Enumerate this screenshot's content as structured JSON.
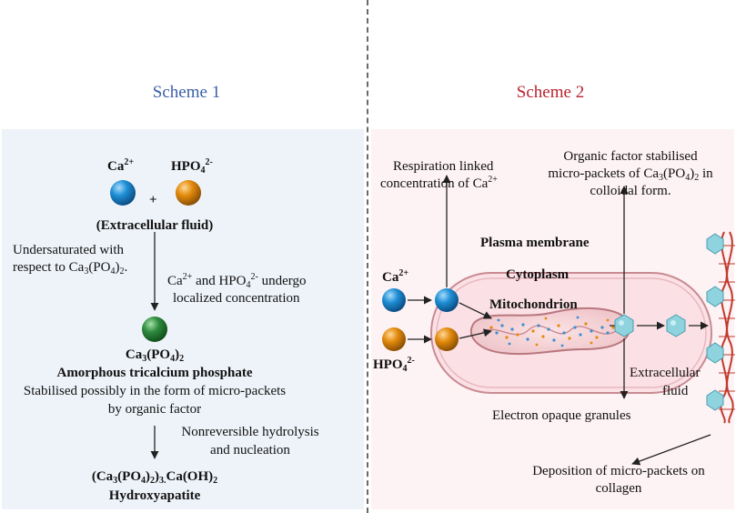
{
  "scheme1": {
    "title": "Scheme 1",
    "ca_ion": "Ca2+",
    "hpo4_ion": "HPO42-",
    "plus": "+",
    "extracellular": "(Extracellular fluid)",
    "undersaturated_1": "Undersaturated with",
    "undersaturated_2": "respect to Ca3(PO4)2.",
    "localized_1": "Ca2+ and HPO42- undergo",
    "localized_2": "localized concentration",
    "ca3po4": "Ca3(PO4)2",
    "amorphous": "Amorphous tricalcium phosphate",
    "stabilised_1": "Stabilised possibly in the form of micro-packets",
    "stabilised_2": "by organic factor",
    "hydrolysis_1": "Nonreversible hydrolysis",
    "hydrolysis_2": "and nucleation",
    "hydroxy_formula": "(Ca3(PO4)2)3.Ca(OH)2",
    "hydroxyapatite": "Hydroxyapatite"
  },
  "scheme2": {
    "title": "Scheme 2",
    "respiration_1": "Respiration linked",
    "respiration_2": "concentration of Ca2+",
    "organic_1": "Organic factor stabilised",
    "organic_2": "micro-packets of Ca3(PO4)2 in",
    "organic_3": "colloidal form.",
    "plasma_membrane": "Plasma membrane",
    "cytoplasm": "Cytoplasm",
    "mitochondrion": "Mitochondrion",
    "ca_ion": "Ca2+",
    "hpo4_ion": "HPO42-",
    "extracellular_1": "Extracellular",
    "extracellular_2": "fluid",
    "electron_opaque": "Electron opaque granules",
    "deposition_1": "Deposition of micro-packets on",
    "deposition_2": "collagen"
  },
  "colors": {
    "calcium": "#1f8fd6",
    "phosphate": "#e38b0c",
    "tricalcium": "#2e8b3e",
    "micropacket": "#8fd3df",
    "collagen": "#c0392b",
    "scheme1_title": "#3a5fa8",
    "scheme2_title": "#b8232f"
  }
}
